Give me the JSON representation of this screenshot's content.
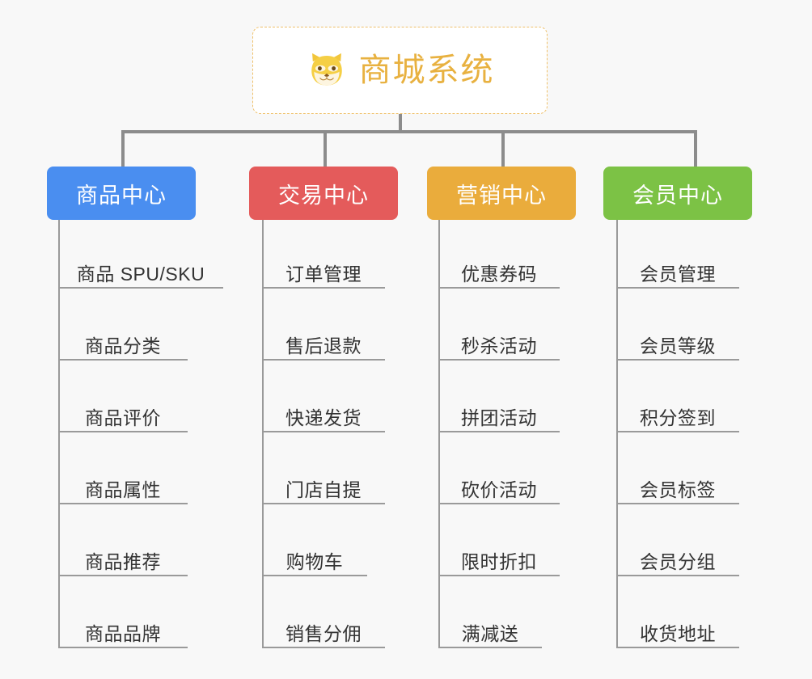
{
  "diagram": {
    "type": "org-chart",
    "background_color": "#f8f8f8",
    "connector_color": "#8c8c8c",
    "root": {
      "title": "商城系统",
      "icon": "shiba-dog-face-icon",
      "text_color": "#e8b140",
      "border_color": "#efc06a",
      "background_color": "#ffffff"
    },
    "columns": [
      {
        "header": "商品中心",
        "color": "#4a8ef0",
        "items": [
          "商品 SPU/SKU",
          "商品分类",
          "商品评价",
          "商品属性",
          "商品推荐",
          "商品品牌"
        ]
      },
      {
        "header": "交易中心",
        "color": "#e45b5b",
        "items": [
          "订单管理",
          "售后退款",
          "快递发货",
          "门店自提",
          "购物车",
          "销售分佣"
        ]
      },
      {
        "header": "营销中心",
        "color": "#eaac3c",
        "items": [
          "优惠券码",
          "秒杀活动",
          "拼团活动",
          "砍价活动",
          "限时折扣",
          "满减送"
        ]
      },
      {
        "header": "会员中心",
        "color": "#7cc245",
        "items": [
          "会员管理",
          "会员等级",
          "积分签到",
          "会员标签",
          "会员分组",
          "收货地址"
        ]
      }
    ]
  }
}
